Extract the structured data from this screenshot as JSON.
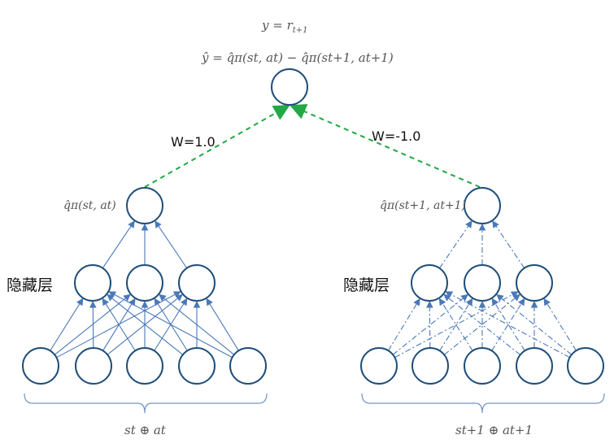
{
  "labels": {
    "target": "y = r",
    "target_sub": "t+1",
    "output_formula": "ŷ = q̂π(st, at) − q̂π(st+1, at+1)",
    "left_q": "q̂π(st, at)",
    "right_q": "q̂π(st+1, at+1)",
    "weight_left": "W=1.0",
    "weight_right": "W=-1.0",
    "hidden_left": "隐藏层",
    "hidden_right": "隐藏层",
    "input_left": "st ⊕ at",
    "input_right": "st+1 ⊕ at+1"
  },
  "colors": {
    "node_stroke": "#1f4e79",
    "edge_blue": "#4a78b8",
    "edge_green": "#22a845",
    "brace": "#6f93c7"
  }
}
